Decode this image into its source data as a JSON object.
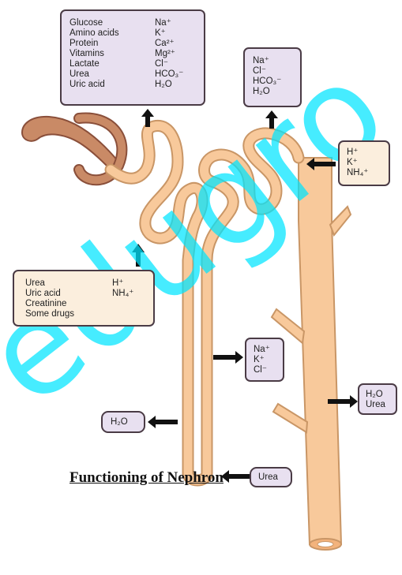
{
  "title": "Functioning of Nephron",
  "watermark": "edugro",
  "boxes": {
    "glomerular": {
      "left": [
        "Glucose",
        "Amino acids",
        "Protein",
        "Vitamins",
        "Lactate",
        "Urea",
        "Uric acid"
      ],
      "right": [
        "Na⁺",
        "K⁺",
        "Ca²⁺",
        "Mg²⁺",
        "Cl⁻",
        "HCO₃⁻",
        "H₂O"
      ]
    },
    "distal_top": [
      "Na⁺",
      "Cl⁻",
      "HCO₃⁻",
      "H₂O"
    ],
    "collecting_secretion": [
      "H⁺",
      "K⁺",
      "NH₄⁺"
    ],
    "proximal_secretion": {
      "left": [
        "Urea",
        "Uric acid",
        "Creatinine",
        "Some drugs"
      ],
      "right": [
        "H⁺",
        "NH₄⁺"
      ]
    },
    "loop_ascending": [
      "Na⁺",
      "K⁺",
      "Cl⁻"
    ],
    "loop_descending": "H₂O",
    "collecting_duct": [
      "H₂O",
      "Urea"
    ],
    "loop_bottom": "Urea"
  },
  "colors": {
    "tubule_fill": "#f8c99b",
    "tubule_outline": "#c99666",
    "capsule_fill": "#c98a66",
    "capsule_outline": "#8a4f3a",
    "box_lavender": "#e8e0f0",
    "box_cream": "#fbeedd",
    "watermark": "#00e5ff",
    "arrow": "#111111"
  }
}
